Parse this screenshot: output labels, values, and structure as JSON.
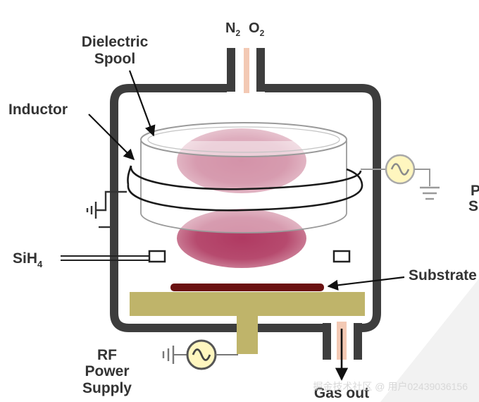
{
  "labels": {
    "n2": "N",
    "n2_sub": "2",
    "o2": "O",
    "o2_sub": "2",
    "dielectric_line1": "Dielectric",
    "dielectric_line2": "Spool",
    "inductor": "Inductor",
    "sih4": "SiH",
    "sih4_sub": "4",
    "substrate": "Substrate",
    "power_cut_line1": "P",
    "power_cut_line2": "S",
    "rf_line1": "RF",
    "rf_line2": "Power",
    "rf_line3": "Supply",
    "gas_out": "Gas out"
  },
  "watermark": "掘金技术社区 @ 用户02439036156",
  "colors": {
    "chamber_wall": "#3d3d3d",
    "plasma": "#b03a62",
    "substrate": "#6b1212",
    "chuck": "#bfb46a",
    "inlet_gas": "#f3c9b4",
    "label": "#333333",
    "power_supply_fill": "#fff6bf"
  }
}
